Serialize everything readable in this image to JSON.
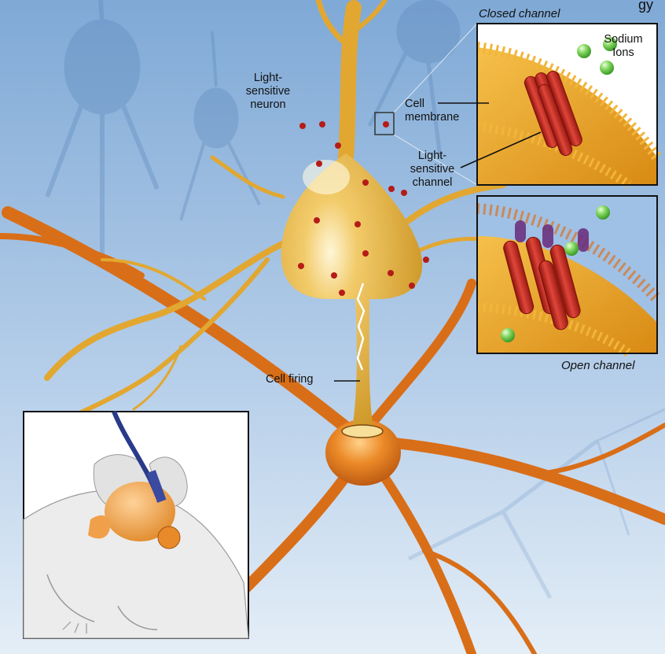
{
  "header": {
    "corner_text": "gy"
  },
  "labels": {
    "light_sensitive_neuron": "Light-\nsensitive\nneuron",
    "cell_membrane": "Cell\nmembrane",
    "light_sensitive_channel": "Light-\nsensitive\nchannel",
    "sodium_ions": "Sodium\nIons",
    "cell_firing": "Cell firing"
  },
  "captions": {
    "closed_channel": "Closed channel",
    "open_channel": "Open channel"
  },
  "colors": {
    "background": "#8fb6dc",
    "neuron_yellow": "#e6b23a",
    "neuron_orange": "#e0741a",
    "channel_red": "#c8281e",
    "sodium_green": "#7ed35a",
    "membrane_gold": "#e9a42a"
  }
}
